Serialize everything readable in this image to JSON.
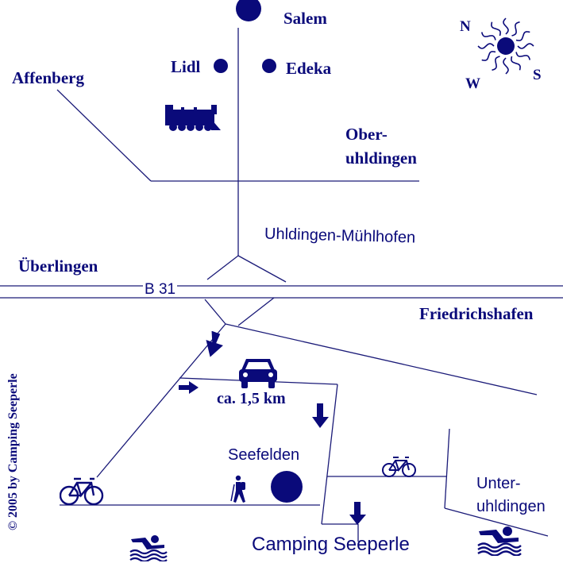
{
  "colors": {
    "ink": "#0a0a7a",
    "background": "#ffffff"
  },
  "places": {
    "salem": "Salem",
    "lidl": "Lidl",
    "edeka": "Edeka",
    "affenberg": "Affenberg",
    "oberuhldingen_1": "Ober-",
    "oberuhldingen_2": "uhldingen",
    "uhldingen_muehlhofen": "Uhldingen-Mühlhofen",
    "ueberlingen": "Überlingen",
    "road": "B 31",
    "friedrichshafen": "Friedrichshafen",
    "distance": "ca. 1,5 km",
    "seefelden": "Seefelden",
    "unteruhldingen_1": "Unter-",
    "unteruhldingen_2": "uhldingen",
    "camping": "Camping Seeperle"
  },
  "compass": {
    "n": "N",
    "w": "W",
    "s": "S"
  },
  "copyright": "© 2005 by Camping Seeperle",
  "icons": [
    "sun-compass-icon",
    "train-icon",
    "car-icon",
    "bicycle-icon",
    "hiker-icon",
    "swimmer-icon",
    "arrow-down-icon",
    "arrow-right-icon",
    "location-dot-icon"
  ]
}
